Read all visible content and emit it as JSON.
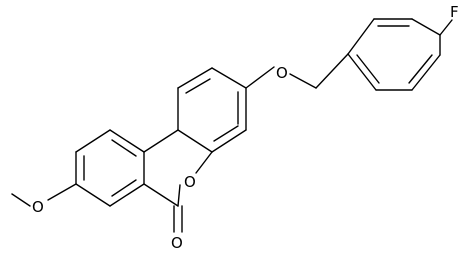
{
  "molecule": {
    "atoms": {
      "fluorine": "F",
      "ether_oxygen": "O",
      "ring_oxygen": "O",
      "carbonyl_oxygen": "O",
      "methoxy_oxygen": "O"
    }
  },
  "colors": {
    "bond": "#000000",
    "background": "#ffffff"
  }
}
